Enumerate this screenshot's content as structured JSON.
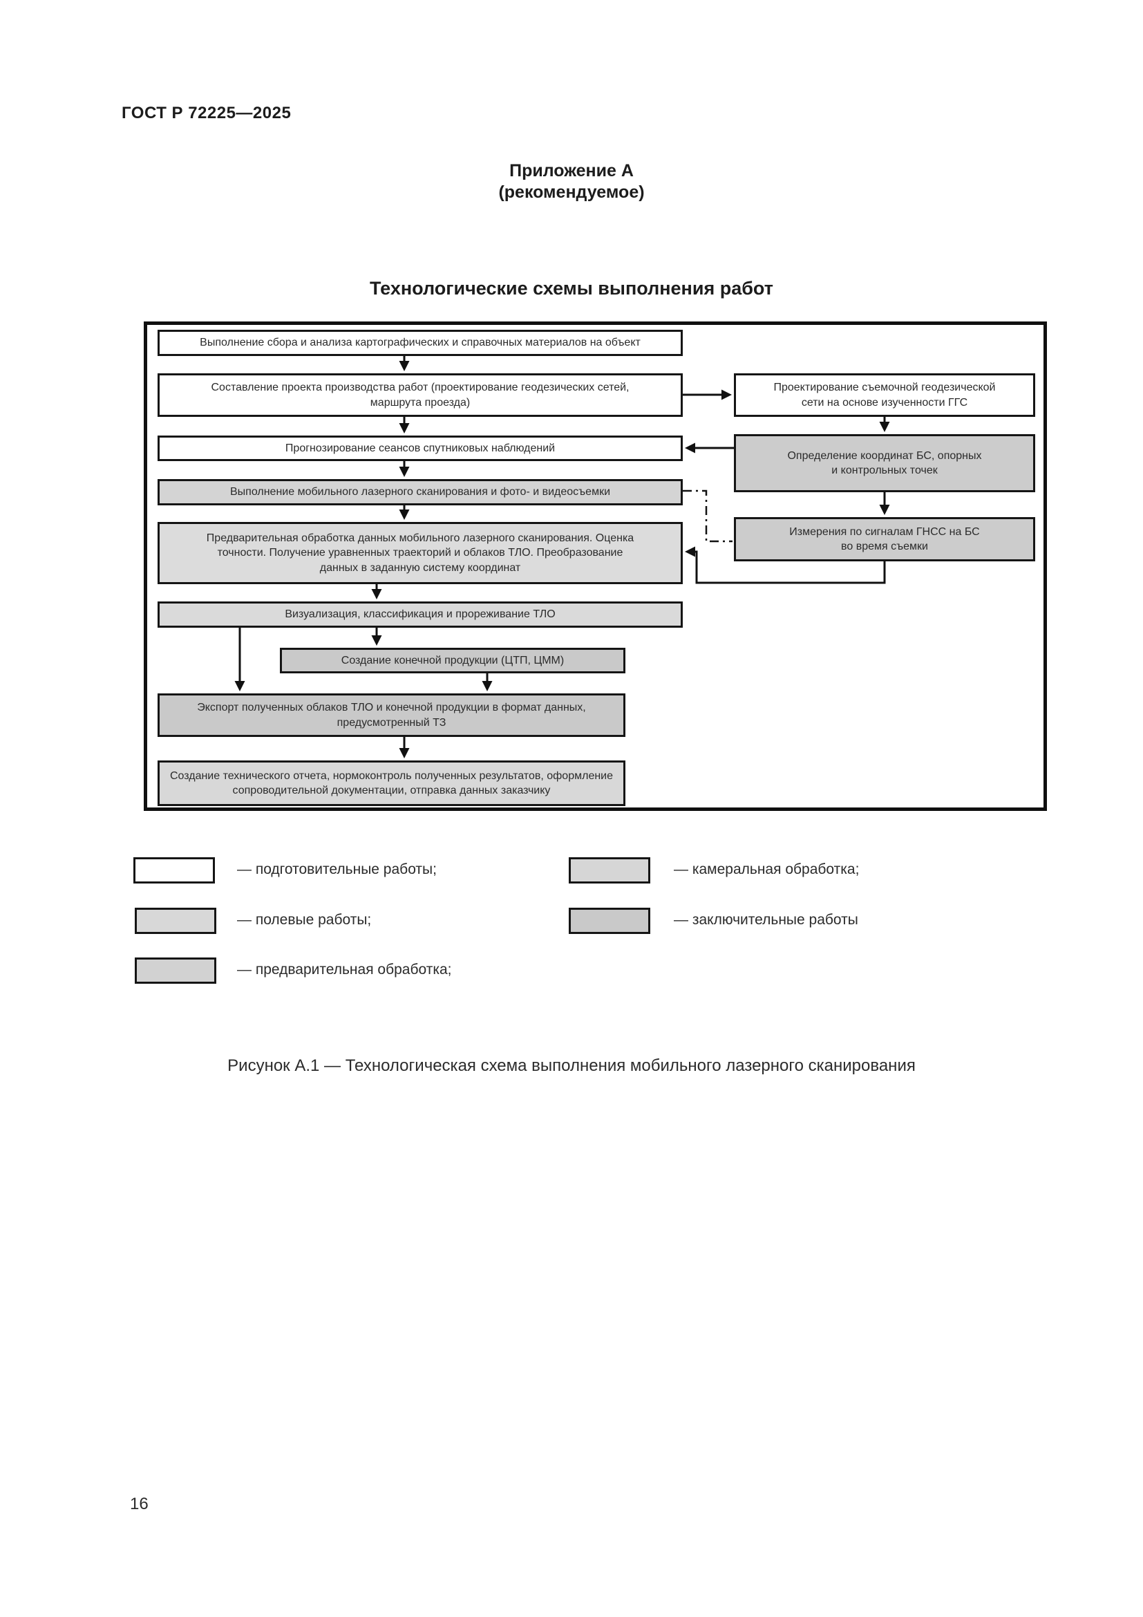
{
  "document": {
    "standard_code": "ГОСТ Р 72225—2025",
    "page_number": "16"
  },
  "appendix": {
    "label": "Приложение А",
    "status": "(рекомендуемое)"
  },
  "section_title": "Технологические схемы выполнения работ",
  "figure_caption": "Рисунок А.1 — Технологическая схема выполнения мобильного лазерного сканирования",
  "flowchart": {
    "boxes": [
      {
        "id": "collect",
        "label": "Выполнение сбора и анализа картографических и справочных материалов на объект",
        "category": "подготовительные работы",
        "fill": "#ffffff"
      },
      {
        "id": "project",
        "label": "Составление проекта производства работ (проектирование геодезических сетей,\nмаршрута проезда)",
        "category": "подготовительные работы",
        "fill": "#ffffff"
      },
      {
        "id": "forecast",
        "label": "Прогнозирование сеансов спутниковых наблюдений",
        "category": "подготовительные работы",
        "fill": "#ffffff"
      },
      {
        "id": "scan",
        "label": "Выполнение мобильного лазерного сканирования и фото- и видеосъемки",
        "category": "полевые работы",
        "fill": "#d4d4d4"
      },
      {
        "id": "preprocess",
        "label": "Предварительная обработка данных мобильного лазерного сканирования. Оценка\nточности. Получение уравненных траекторий и облаков ТЛО. Преобразование\nданных в заданную систему координат",
        "category": "предварительная обработка",
        "fill": "#dcdcdc"
      },
      {
        "id": "visualize",
        "label": "Визуализация, классификация и прореживание ТЛО",
        "category": "камеральная обработка",
        "fill": "#dadada"
      },
      {
        "id": "product",
        "label": "Создание конечной продукции (ЦТП, ЦММ)",
        "category": "камеральная обработка",
        "fill": "#c9c9c9"
      },
      {
        "id": "export",
        "label": "Экспорт полученных облаков ТЛО и конечной продукции в формат данных,\nпредусмотренный ТЗ",
        "category": "заключительные работы",
        "fill": "#c9c9c9"
      },
      {
        "id": "report",
        "label": "Создание технического отчета, нормоконтроль полученных результатов, оформление\nсопроводительной документации, отправка данных заказчику",
        "category": "заключительные работы",
        "fill": "#d8d8d8"
      },
      {
        "id": "design-net",
        "label": "Проектирование съемочной геодезической\nсети на основе изученности ГГС",
        "category": "подготовительные работы",
        "fill": "#ffffff"
      },
      {
        "id": "coords",
        "label": "Определение координат БС, опорных\nи контрольных точек",
        "category": "полевые работы",
        "fill": "#cccccc"
      },
      {
        "id": "gnss",
        "label": "Измерения по сигналам ГНСС на БС\nво время съемки",
        "category": "полевые работы",
        "fill": "#cccccc"
      }
    ],
    "connections": [
      {
        "from": "collect",
        "to": "project",
        "style": "solid-arrow"
      },
      {
        "from": "project",
        "to": "forecast",
        "style": "solid-arrow"
      },
      {
        "from": "project",
        "to": "design-net",
        "style": "solid-arrow"
      },
      {
        "from": "design-net",
        "to": "coords",
        "style": "solid-arrow"
      },
      {
        "from": "coords",
        "to": "forecast",
        "style": "solid-arrow"
      },
      {
        "from": "forecast",
        "to": "scan",
        "style": "solid-arrow"
      },
      {
        "from": "scan",
        "to": "preprocess",
        "style": "solid-arrow"
      },
      {
        "from": "coords",
        "to": "gnss",
        "style": "solid-arrow"
      },
      {
        "from": "scan",
        "to": "gnss",
        "style": "dash-dot"
      },
      {
        "from": "gnss",
        "to": "preprocess",
        "style": "solid-arrow"
      },
      {
        "from": "preprocess",
        "to": "visualize",
        "style": "solid-arrow"
      },
      {
        "from": "visualize",
        "to": "product",
        "style": "solid-arrow"
      },
      {
        "from": "visualize",
        "to": "export",
        "style": "solid-arrow"
      },
      {
        "from": "product",
        "to": "export",
        "style": "solid-arrow"
      },
      {
        "from": "export",
        "to": "report",
        "style": "solid-arrow"
      }
    ]
  },
  "legend": [
    {
      "label": "— подготовительные работы;",
      "category": "подготовительные работы",
      "swatch": "#ffffff"
    },
    {
      "label": "— полевые работы;",
      "category": "полевые работы",
      "swatch": "#d8d8d8"
    },
    {
      "label": "— предварительная обработка;",
      "category": "предварительная обработка",
      "swatch": "#d2d2d2"
    },
    {
      "label": "— камеральная обработка;",
      "category": "камеральная обработка",
      "swatch": "#d6d6d6"
    },
    {
      "label": "— заключительные работы",
      "category": "заключительные работы",
      "swatch": "#c9c9c9"
    }
  ],
  "colors": {
    "box_border": "#151515",
    "frame_border": "#101010",
    "connector": "#111111",
    "text": "#2b2b2b",
    "background": "#ffffff"
  }
}
